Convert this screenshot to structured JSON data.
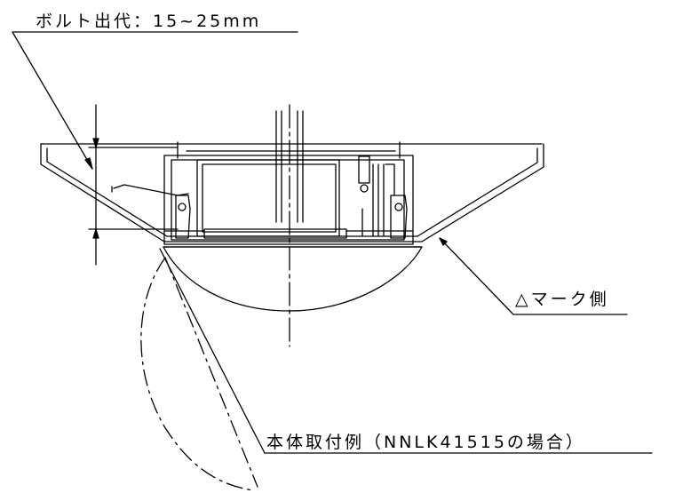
{
  "labels": {
    "bolt_protrusion": "ボルト出代：15~25mm",
    "mark_side": "△マーク側",
    "mounting_example": "本体取付例（NNLK41515の場合）"
  },
  "colors": {
    "line": "#000000",
    "background": "#ffffff"
  }
}
